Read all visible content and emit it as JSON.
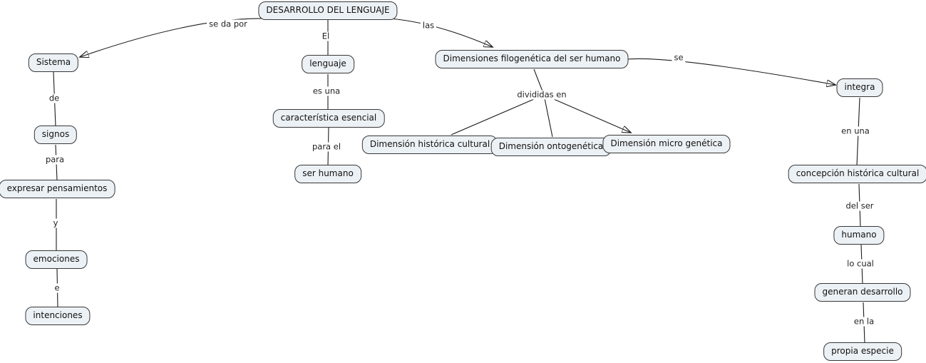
{
  "title": "DESARROLLO DEL LENGUAJE",
  "diagram_type": "concept-map",
  "colors": {
    "node_fill": "#ecf1f5",
    "node_border": "#383838",
    "line": "#1c1c1c",
    "background": "#ffffff",
    "text": "#111111"
  },
  "nodes": [
    {
      "id": "main",
      "label": "DESARROLLO DEL LENGUAJE"
    },
    {
      "id": "sistema",
      "label": "Sistema"
    },
    {
      "id": "signos",
      "label": "signos"
    },
    {
      "id": "expresar",
      "label": "expresar pensamientos"
    },
    {
      "id": "emociones",
      "label": "emociones"
    },
    {
      "id": "intenciones",
      "label": "intenciones"
    },
    {
      "id": "lenguaje",
      "label": "lenguaje"
    },
    {
      "id": "caracteristica",
      "label": "característica esencial"
    },
    {
      "id": "ser-humano",
      "label": "ser humano"
    },
    {
      "id": "dimensiones",
      "label": "Dimensiones filogenética del ser humano"
    },
    {
      "id": "dim-historica",
      "label": "Dimensión histórica cultural"
    },
    {
      "id": "dim-ontogenetica",
      "label": "Dimensión ontogenética"
    },
    {
      "id": "dim-micro",
      "label": "Dimensión micro genética"
    },
    {
      "id": "integra",
      "label": "integra"
    },
    {
      "id": "concepcion",
      "label": "concepción histórica cultural"
    },
    {
      "id": "humano",
      "label": "humano"
    },
    {
      "id": "generan",
      "label": "generan desarrollo"
    },
    {
      "id": "propia-especie",
      "label": "propia especie"
    }
  ],
  "links": [
    {
      "from": "main",
      "to": "sistema",
      "label": "se da por",
      "arrow": true
    },
    {
      "from": "main",
      "to": "lenguaje",
      "label": "El",
      "arrow": false
    },
    {
      "from": "main",
      "to": "dimensiones",
      "label": "las",
      "arrow": true
    },
    {
      "from": "lenguaje",
      "to": "caracteristica",
      "label": "es una",
      "arrow": false
    },
    {
      "from": "caracteristica",
      "to": "ser-humano",
      "label": "para el",
      "arrow": false
    },
    {
      "from": "sistema",
      "to": "signos",
      "label": "de",
      "arrow": false
    },
    {
      "from": "signos",
      "to": "expresar",
      "label": "para",
      "arrow": false
    },
    {
      "from": "expresar",
      "to": "emociones",
      "label": "y",
      "arrow": false
    },
    {
      "from": "emociones",
      "to": "intenciones",
      "label": "e",
      "arrow": false
    },
    {
      "from": "dimensiones",
      "to": "dim-historica, dim-ontogenetica, dim-micro",
      "label": "divididas en",
      "arrow": true
    },
    {
      "from": "dimensiones",
      "to": "integra",
      "label": "se",
      "arrow": true
    },
    {
      "from": "integra",
      "to": "concepcion",
      "label": "en una",
      "arrow": false
    },
    {
      "from": "concepcion",
      "to": "humano",
      "label": "del ser",
      "arrow": false
    },
    {
      "from": "humano",
      "to": "generan",
      "label": "lo cual",
      "arrow": false
    },
    {
      "from": "generan",
      "to": "propia-especie",
      "label": "en la",
      "arrow": false
    }
  ]
}
